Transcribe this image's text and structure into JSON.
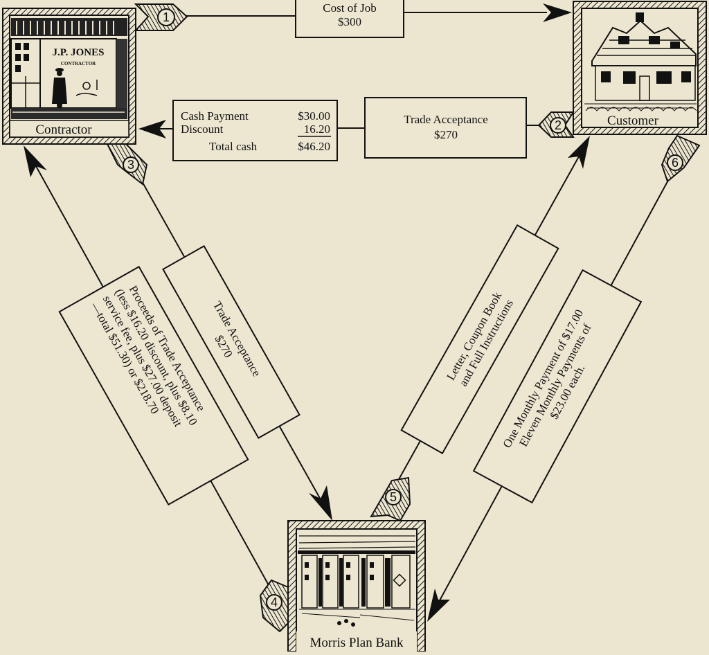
{
  "diagram": {
    "nodes": {
      "contractor": {
        "label": "Contractor",
        "sign_name": "J.P. JONES",
        "sign_sub": "CONTRACTOR"
      },
      "customer": {
        "label": "Customer"
      },
      "bank": {
        "label": "Morris Plan Bank"
      }
    },
    "steps": [
      {
        "number": "1",
        "from": "Contractor",
        "to": "Customer"
      },
      {
        "number": "2",
        "from": "Customer",
        "to": "Contractor"
      },
      {
        "number": "3",
        "from": "Contractor",
        "to": "Morris Plan Bank"
      },
      {
        "number": "4",
        "from": "Morris Plan Bank",
        "to": "Contractor"
      },
      {
        "number": "5",
        "from": "Morris Plan Bank",
        "to": "Customer"
      },
      {
        "number": "6",
        "from": "Customer",
        "to": "Morris Plan Bank"
      }
    ],
    "flows": {
      "cost_of_job": {
        "line1": "Cost of Job",
        "line2": "$300"
      },
      "cash_summary": {
        "rows": [
          {
            "label": "Cash Payment",
            "value": "$30.00"
          },
          {
            "label": "Discount",
            "value": "16.20"
          },
          {
            "label": "Total cash",
            "value": "$46.20"
          }
        ]
      },
      "trade_acceptance_top": {
        "line1": "Trade Acceptance",
        "line2": "$270"
      },
      "trade_acceptance_left": {
        "line1": "Trade Acceptance",
        "line2": "$270"
      },
      "proceeds": {
        "lines": [
          "Proceeds of Trade Acceptance",
          "(less $16.20 discount, plus $8.10",
          "service fee, plus $27.00 deposit",
          "—total   $51.30)   or   $218.70"
        ]
      },
      "letter": {
        "line1": "Letter, Coupon Book",
        "line2": "and Full Instructions"
      },
      "payments": {
        "lines": [
          "One Monthly Payment of $17.00",
          "Eleven Monthly Payments of",
          "$23.00 each."
        ]
      }
    }
  }
}
